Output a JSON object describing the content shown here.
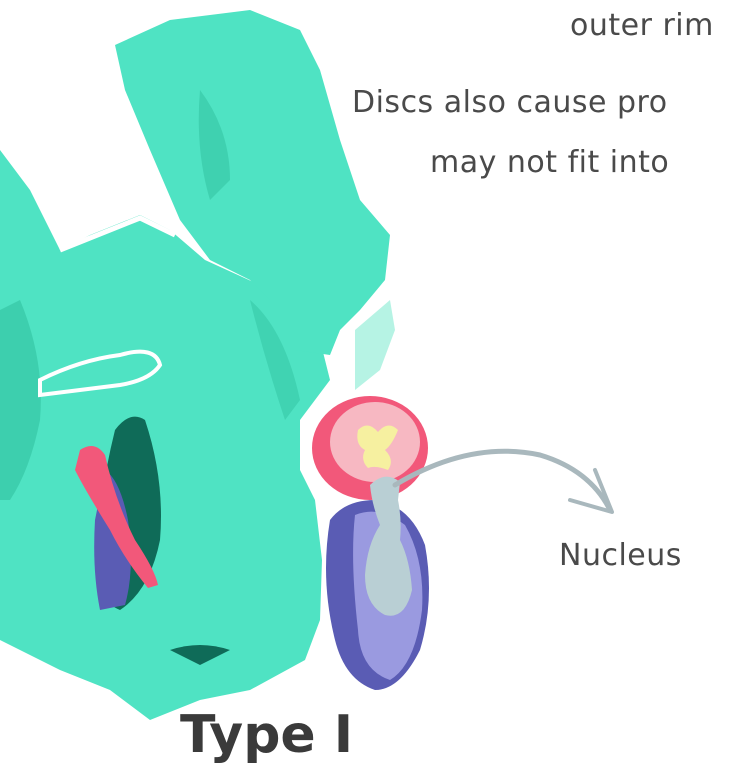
{
  "text": {
    "line1": "outer rim",
    "line2": "Discs also cause pro",
    "line3": "may not fit into",
    "nucleus_label": "Nucleus",
    "type_label": "Type I"
  },
  "colors": {
    "bone": "#4fe3c3",
    "bone_shadow": "#2fbf9d",
    "annulus": "#f2587a",
    "annulus_inner": "#f7b8c2",
    "cord": "#f6f0a0",
    "disc_outer": "#5a5cb4",
    "disc_inner": "#9a9ae0",
    "nucleus": "#b9cfd4",
    "nerve_red": "#f2587a",
    "nerve_purple": "#5a5cb4",
    "dark_green": "#0f6b58",
    "arrow": "#a9b8bd"
  }
}
